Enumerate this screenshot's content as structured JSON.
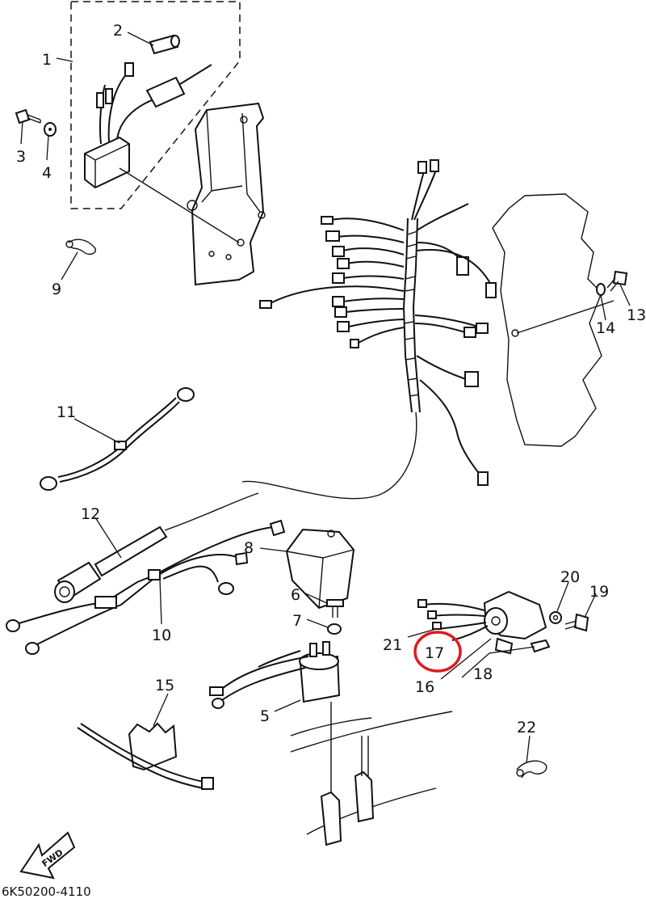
{
  "callouts": {
    "c1": "1",
    "c2": "2",
    "c3": "3",
    "c4": "4",
    "c5": "5",
    "c6": "6",
    "c7": "7",
    "c8": "8",
    "c9": "9",
    "c10": "10",
    "c11": "11",
    "c12": "12",
    "c13": "13",
    "c14": "14",
    "c15": "15",
    "c16": "16",
    "c17": "17",
    "c18": "18",
    "c19": "19",
    "c20": "20",
    "c21": "21",
    "c22": "22"
  },
  "direction_label": "FWD",
  "diagram_code": "6K50200-4110",
  "highlight": {
    "target": "17",
    "color": "#e0191e"
  }
}
